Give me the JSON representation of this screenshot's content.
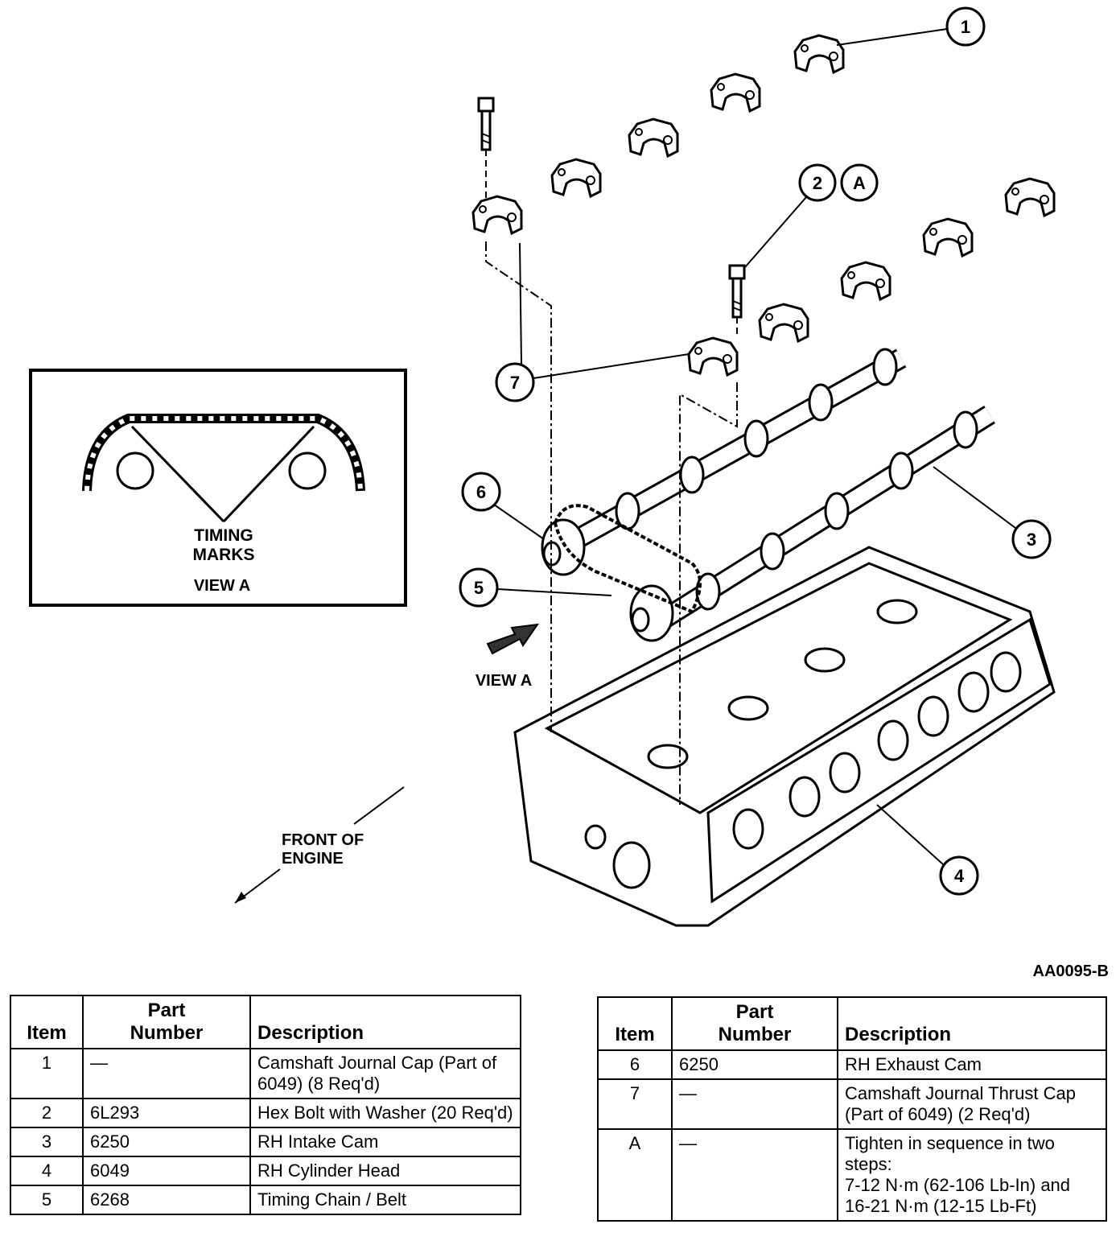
{
  "callouts": {
    "c1": "1",
    "c2": "2",
    "cA": "A",
    "c3": "3",
    "c4": "4",
    "c5": "5",
    "c6": "6",
    "c7": "7"
  },
  "view_a_box": {
    "label_line1": "TIMING",
    "label_line2": "MARKS",
    "title": "VIEW A"
  },
  "view_a_arrow_label": "VIEW A",
  "front_label_line1": "FRONT OF",
  "front_label_line2": "ENGINE",
  "figure_code": "AA0095-B",
  "table_headers": {
    "item": "Item",
    "part_line1": "Part",
    "part_line2": "Number",
    "description": "Description"
  },
  "table_left": [
    {
      "item": "1",
      "part": "—",
      "description": "Camshaft Journal Cap (Part of 6049) (8 Req'd)"
    },
    {
      "item": "2",
      "part": "6L293",
      "description": "Hex Bolt with Washer (20 Req'd)"
    },
    {
      "item": "3",
      "part": "6250",
      "description": "RH Intake Cam"
    },
    {
      "item": "4",
      "part": "6049",
      "description": "RH Cylinder Head"
    },
    {
      "item": "5",
      "part": "6268",
      "description": "Timing Chain / Belt"
    }
  ],
  "table_right": [
    {
      "item": "6",
      "part": "6250",
      "description": "RH Exhaust Cam"
    },
    {
      "item": "7",
      "part": "—",
      "description": "Camshaft Journal Thrust Cap (Part of 6049) (2 Req'd)"
    },
    {
      "item": "A",
      "part": "—",
      "description_lines": [
        "Tighten in sequence in two steps:",
        "7-12 N·m (62-106 Lb-In) and",
        "16-21 N·m (12-15 Lb-Ft)"
      ]
    }
  ]
}
